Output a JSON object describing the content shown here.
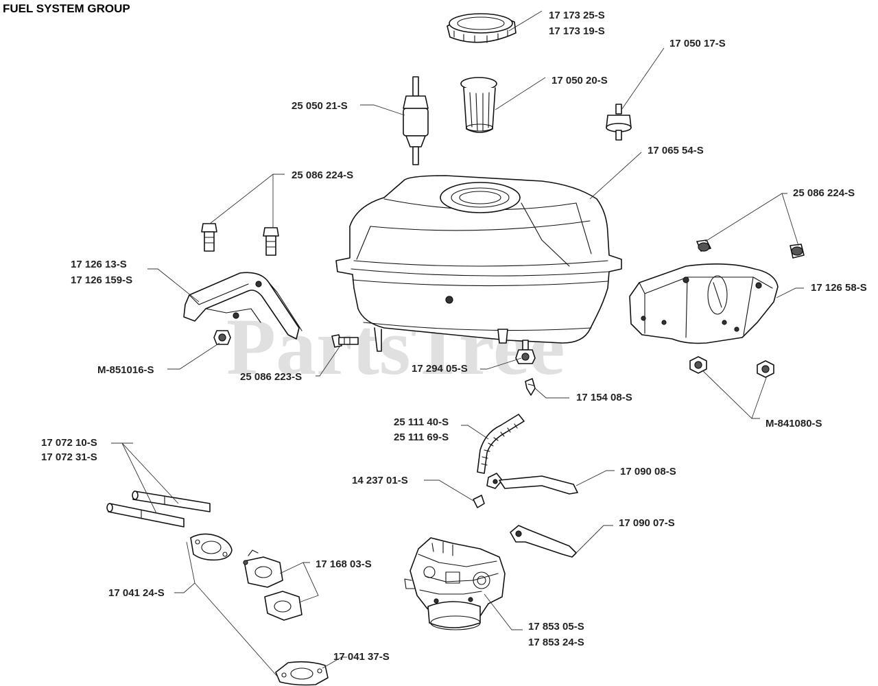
{
  "title": "FUEL SYSTEM GROUP",
  "watermark": "PartsTree",
  "labels": {
    "cap_a": "17 173 25-S",
    "cap_b": "17 173 19-S",
    "valve": "17 050 17-S",
    "strainer": "17 050 20-S",
    "filter": "25 050 21-S",
    "tank": "17 065 54-S",
    "bolt_left": "25 086 224-S",
    "bolt_right": "25 086 224-S",
    "bracket_left_a": "17 126 13-S",
    "bracket_left_b": "17 126 159-S",
    "bracket_right": "17 126 58-S",
    "nut_left": "M-851016-S",
    "bolt_223": "25 086 223-S",
    "drain": "17 294 05-S",
    "clip_154": "17 154 08-S",
    "nuts_right": "M-841080-S",
    "hose_a": "25 111 40-S",
    "hose_b": "25 111 69-S",
    "tubes_a": "17 072 10-S",
    "tubes_b": "17 072 31-S",
    "clip_237": "14 237 01-S",
    "lever_08": "17 090 08-S",
    "lever_07": "17 090 07-S",
    "gasket_168": "17 168 03-S",
    "gasket_124": "17 041 24-S",
    "carb_a": "17 853 05-S",
    "carb_b": "17 853 24-S",
    "gasket_137": "17 041 37-S"
  }
}
